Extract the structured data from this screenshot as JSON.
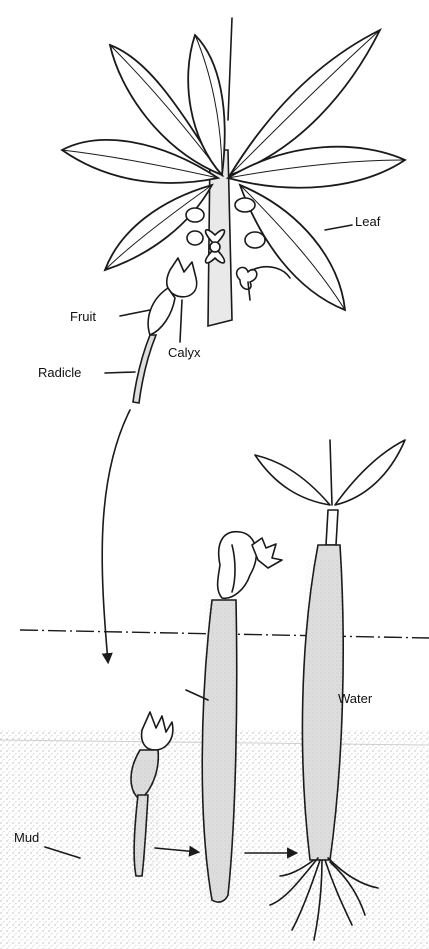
{
  "labels": {
    "leaf": "Leaf",
    "fruit": "Fruit",
    "calyx": "Calyx",
    "radicle": "Radicle",
    "water": "Water",
    "mud": "Mud"
  }
}
